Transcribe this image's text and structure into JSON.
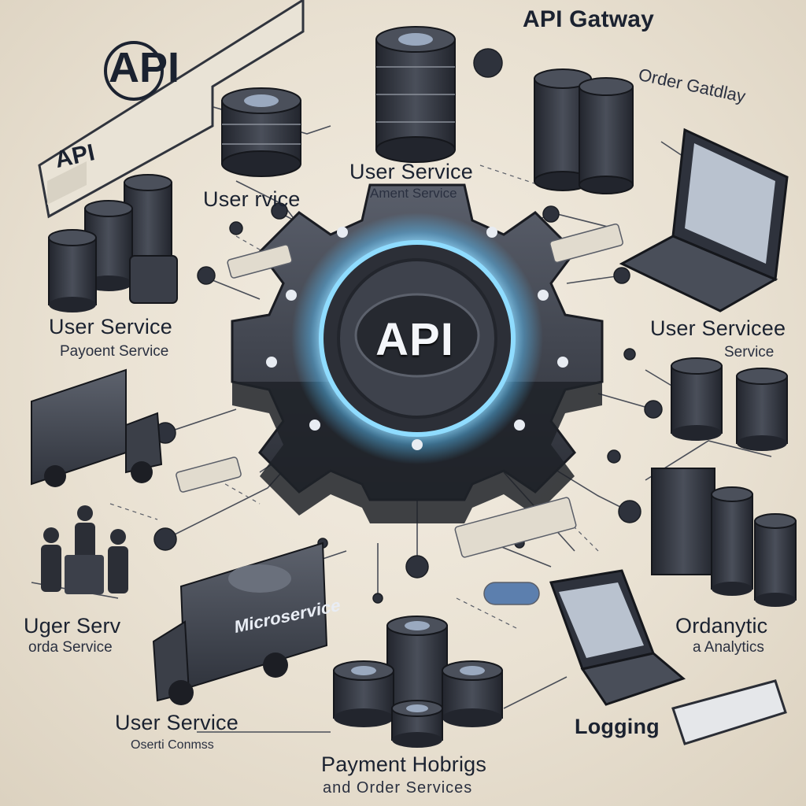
{
  "center": {
    "label": "API"
  },
  "header": {
    "logo": "API",
    "gateway": "API Gatway",
    "order_gateway": "Order Gatdlay"
  },
  "panels": {
    "api_panel": "API"
  },
  "labels": {
    "top_user_service": "User Service",
    "top_ament_service": "Ament Service",
    "left_user_rvice": "User rvice",
    "left_user_service": "User Service",
    "left_payment_service": "Payoent Service",
    "right_user_service": "User Servicee",
    "right_service": "Service",
    "left_uger_serv": "Uger Serv",
    "left_order_service": "orda Service",
    "bottom_user_service": "User Service",
    "bottom_subtext": "Oserti Conmss",
    "bottom_payment": "Payment Hobrigs",
    "bottom_order_services": "and Order Services",
    "right_ordanytics": "Ordanytic",
    "right_analytics": "a Analytics",
    "logging": "Logging"
  },
  "truck": {
    "side_text": "Microservice"
  },
  "colors": {
    "background": "#ece4d6",
    "gear": "#3b3f4a",
    "glow": "#7fd3ff",
    "ink": "#1b2230",
    "db_dark": "#2e323c"
  }
}
